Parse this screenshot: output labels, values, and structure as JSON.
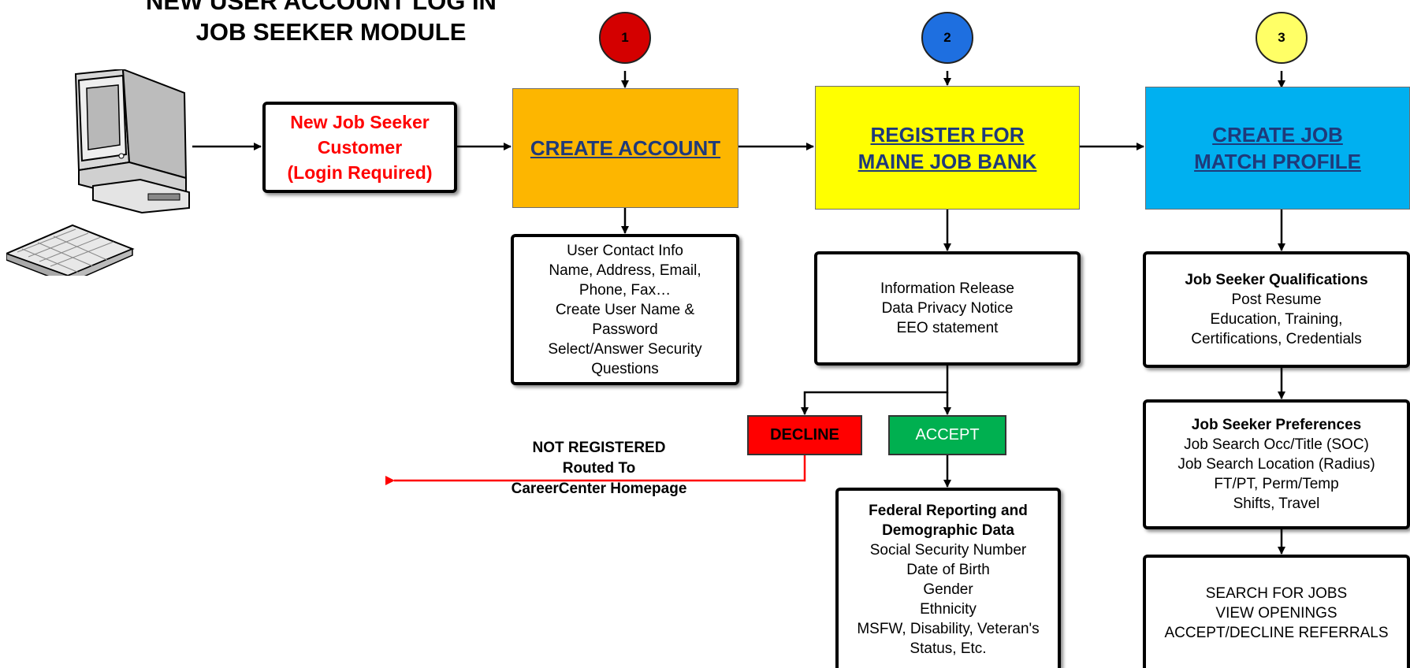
{
  "title": {
    "line1": "NEW USER ACCOUNT LOG IN",
    "line2": "JOB SEEKER MODULE"
  },
  "customer_box": {
    "lines": [
      "New Job Seeker",
      "Customer",
      "(Login Required)"
    ],
    "color": "#ff0000"
  },
  "steps": [
    {
      "number": "1",
      "color": "#d40000"
    },
    {
      "number": "2",
      "color": "#1e6fe0"
    },
    {
      "number": "3",
      "color": "#ffff66"
    }
  ],
  "create_account": {
    "label": "CREATE ACCOUNT",
    "color": "#fdb600",
    "details": [
      "User Contact Info",
      "Name, Address, Email,",
      "Phone, Fax…",
      "Create User Name &",
      "Password",
      "Select/Answer Security",
      "Questions"
    ]
  },
  "register": {
    "label_line1": "REGISTER FOR",
    "label_line2": "MAINE JOB BANK",
    "color": "#ffff00",
    "details": [
      "Information Release",
      "Data Privacy Notice",
      "EEO statement"
    ]
  },
  "decline": {
    "label": "DECLINE",
    "color": "#ff0000"
  },
  "accept": {
    "label": "ACCEPT",
    "color": "#00b050"
  },
  "not_registered": [
    "NOT REGISTERED",
    "Routed To",
    "CareerCenter Homepage"
  ],
  "federal": {
    "heading1": "Federal Reporting and",
    "heading2": "Demographic Data",
    "items": [
      "Social Security Number",
      "Date of Birth",
      "Gender",
      "Ethnicity",
      "MSFW, Disability, Veteran's",
      "Status, Etc."
    ]
  },
  "match_profile": {
    "label_line1": "CREATE JOB",
    "label_line2": "MATCH PROFILE",
    "color": "#00b0f0"
  },
  "qualifications": {
    "heading": "Job Seeker Qualifications",
    "items": [
      "Post Resume",
      "Education, Training,",
      "Certifications, Credentials"
    ]
  },
  "preferences": {
    "heading": "Job Seeker Preferences",
    "items": [
      "Job Search Occ/Title (SOC)",
      "Job Search Location (Radius)",
      "FT/PT, Perm/Temp",
      "Shifts, Travel"
    ]
  },
  "search": {
    "items": [
      "SEARCH FOR JOBS",
      "VIEW OPENINGS",
      "ACCEPT/DECLINE REFERRALS"
    ]
  },
  "computer_icon": "computer-icon"
}
